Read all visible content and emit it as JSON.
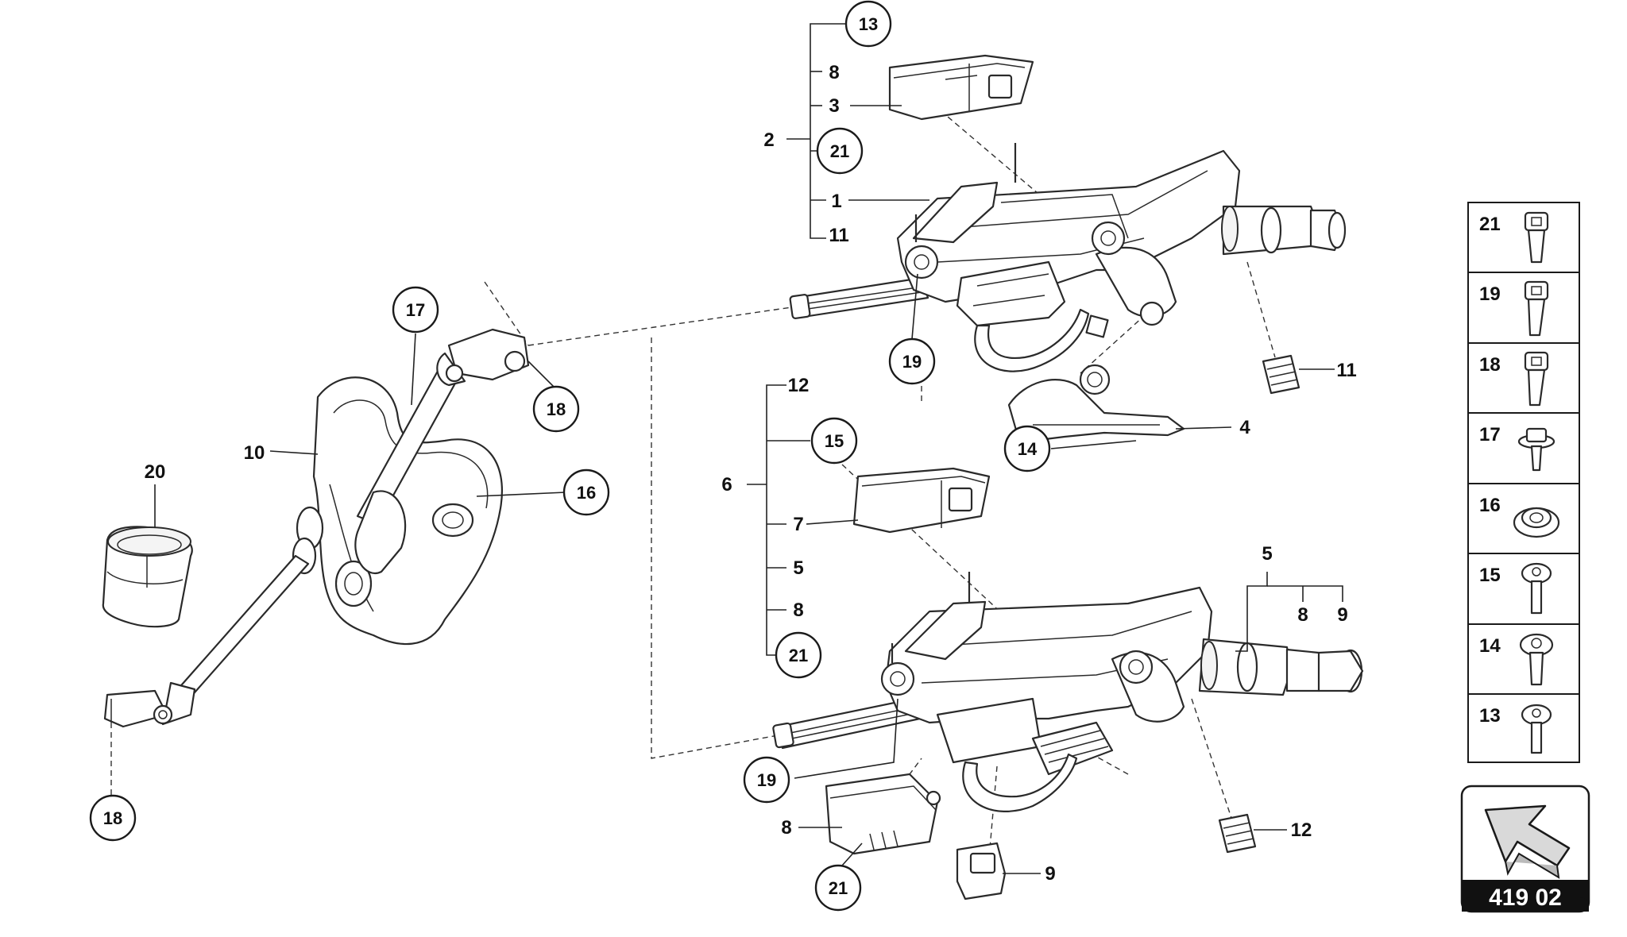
{
  "callouts": {
    "c13_top": "13",
    "l8_top": "8",
    "l3": "3",
    "l2": "2",
    "c21_top": "21",
    "l1": "1",
    "l11_top": "11",
    "c17": "17",
    "c18_mid": "18",
    "l10": "10",
    "l20": "20",
    "c16": "16",
    "c19_top": "19",
    "l11_right": "11",
    "c14": "14",
    "l4": "4",
    "l12_top": "12",
    "c15": "15",
    "l6": "6",
    "l7": "7",
    "l5_left": "5",
    "l8_left": "8",
    "c21_mid": "21",
    "l5_right": "5",
    "l8_right": "8",
    "l9_right": "9",
    "c19_bottom": "19",
    "l8_bottom": "8",
    "c21_bottom": "21",
    "l9_bottom": "9",
    "l12_bottom": "12",
    "c18_bottom": "18"
  },
  "legend": {
    "items": [
      {
        "label": "21",
        "icon": "hex-socket-bolt-icon"
      },
      {
        "label": "19",
        "icon": "hex-socket-bolt-long-icon"
      },
      {
        "label": "18",
        "icon": "hex-socket-bolt-long-icon"
      },
      {
        "label": "17",
        "icon": "flange-bolt-icon"
      },
      {
        "label": "16",
        "icon": "flange-nut-icon"
      },
      {
        "label": "15",
        "icon": "torx-flange-bolt-icon"
      },
      {
        "label": "14",
        "icon": "torx-flange-bolt-icon"
      },
      {
        "label": "13",
        "icon": "torx-flange-bolt-icon"
      }
    ]
  },
  "page_code": "419 02",
  "colors": {
    "line": "#2a2a2a",
    "badge_bg": "#111111",
    "background": "#ffffff"
  }
}
